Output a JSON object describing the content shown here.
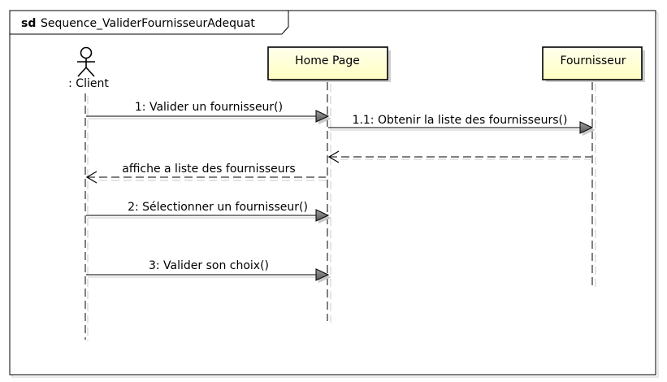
{
  "frame": {
    "keyword": "sd",
    "name": "Sequence_ValiderFournisseurAdequat"
  },
  "lifelines": [
    {
      "id": "client",
      "kind": "actor",
      "label": ": Client"
    },
    {
      "id": "home",
      "kind": "object",
      "label": "Home Page"
    },
    {
      "id": "fournisseur",
      "kind": "object",
      "label": "Fournisseur"
    }
  ],
  "messages": [
    {
      "from": "client",
      "to": "home",
      "label": "1: Valider un fournisseur()",
      "style": "sync"
    },
    {
      "from": "home",
      "to": "fournisseur",
      "label": "1.1: Obtenir la liste des fournisseurs()",
      "style": "sync"
    },
    {
      "from": "fournisseur",
      "to": "home",
      "label": "",
      "style": "return"
    },
    {
      "from": "home",
      "to": "client",
      "label": "affiche a liste des fournisseurs",
      "style": "return"
    },
    {
      "from": "client",
      "to": "home",
      "label": "2: Sélectionner un fournisseur()",
      "style": "sync"
    },
    {
      "from": "client",
      "to": "home",
      "label": "3: Valider son choix()",
      "style": "sync"
    }
  ],
  "colors": {
    "object_fill": "#ffffcc",
    "line": "#000000",
    "arrow_fill": "#7f7f7f",
    "shadow": "#c8c8c8"
  }
}
